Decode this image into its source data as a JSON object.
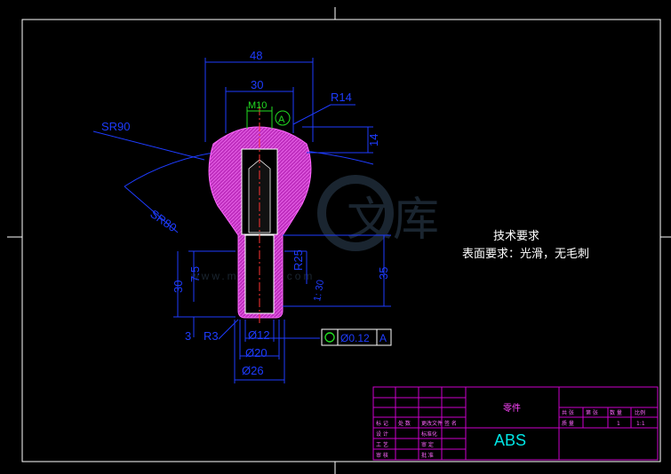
{
  "drawing": {
    "dimensions": {
      "d48": "48",
      "d30_top": "30",
      "m10": "M10",
      "datum_a": "A",
      "r14": "R14",
      "d14": "14",
      "sr90": "SR90",
      "sr80": "SR80",
      "r25": "R25",
      "d35": "35",
      "d7_5": "7.5",
      "d30_left": "30",
      "d3": "3",
      "r3": "R3",
      "phi12": "Ø12",
      "phi20": "Ø20",
      "phi26": "Ø26",
      "slope": "1: 30",
      "tol_value": "Ø0.12",
      "tol_datum": "A"
    },
    "notes": {
      "title": "技术要求",
      "line1": "表面要求：光滑，无毛刺"
    },
    "watermark": {
      "text": "文库",
      "url": "www.mandoc.com"
    }
  },
  "title_block": {
    "part_name": "零件",
    "material": "ABS",
    "header_cells": [
      "共 张",
      "第 张",
      "数 量",
      "比例"
    ],
    "scale_values": [
      "1",
      "1:1"
    ],
    "row_label": "质 量",
    "rows": [
      [
        "标 记",
        "处 数",
        "更改文件",
        "签 名"
      ],
      [
        "设 计",
        "",
        "标准化",
        ""
      ],
      [
        "工 艺",
        "",
        "审 定",
        ""
      ],
      [
        "审 核",
        "",
        "批 准",
        ""
      ]
    ]
  },
  "colors": {
    "frame": "#ffffff",
    "dim": "#1e3cff",
    "fill": "#cc33cc",
    "title_line": "#cc00cc",
    "material": "#00e5e5",
    "center": "#ff3333",
    "green": "#22dd22"
  }
}
